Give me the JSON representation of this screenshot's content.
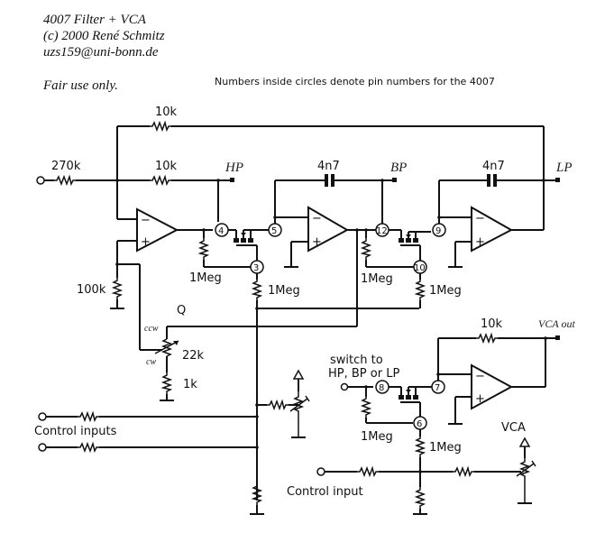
{
  "header": {
    "title": "4007 Filter + VCA",
    "copyright": "(c) 2000 René Schmitz",
    "email": "uzs159@uni-bonn.de",
    "license": "Fair use only."
  },
  "note": "Numbers inside circles denote pin numbers for the 4007",
  "labels": {
    "r_fb_top": "10k",
    "r_in": "270k",
    "r_fb": "10k",
    "hp": "HP",
    "bp": "BP",
    "lp": "LP",
    "c1": "4n7",
    "c2": "4n7",
    "r_100k": "100k",
    "q": "Q",
    "ccw": "ccw",
    "cw": "cw",
    "pot_22k": "22k",
    "r_1k": "1k",
    "r_1meg_a": "1Meg",
    "r_1meg_b": "1Meg",
    "r_1meg_c": "1Meg",
    "r_1meg_d": "1Meg",
    "r_1meg_e": "1Meg",
    "r_1meg_f": "1Meg",
    "switch_to_1": "switch to",
    "switch_to_2": "HP, BP or LP",
    "vca_r_fb": "10k",
    "vca_out": "VCA out",
    "vca": "VCA",
    "control_inputs": "Control inputs",
    "control_input": "Control input"
  },
  "pins": {
    "p4": "4",
    "p5": "5",
    "p3": "3",
    "p12": "12",
    "p9": "9",
    "p10": "10",
    "p8": "8",
    "p7": "7",
    "p6": "6"
  }
}
